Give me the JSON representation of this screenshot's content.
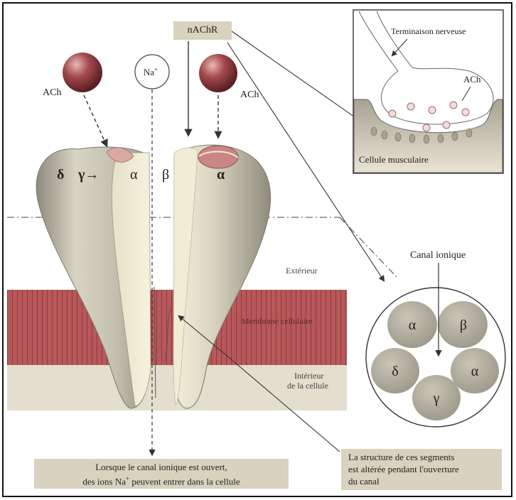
{
  "labels": {
    "receptor": "nAChR",
    "ach_left": "ACh",
    "ach_right": "ACh",
    "ion": "Na",
    "ion_sup": "+",
    "sub_delta": "δ",
    "sub_gamma": "γ→",
    "sub_alpha_left": "α",
    "sub_beta": "β",
    "sub_alpha_right": "α",
    "exterior": "Extérieur",
    "membrane": "Membrane cellulaire",
    "interior_line1": "Intérieur",
    "interior_line2": "de la cellule"
  },
  "inset": {
    "nerve_ending": "Terminaison nerveuse",
    "ach": "ACh",
    "muscle_cell": "Cellule musculaire"
  },
  "channel": {
    "title": "Canal ionique",
    "subunits": [
      "α",
      "β",
      "α",
      "γ",
      "δ"
    ]
  },
  "captions": {
    "bottom_left_line1": "Lorsque le canal ionique est ouvert,",
    "bottom_left_line2_pre": "des ions Na",
    "bottom_left_line2_sup": "+",
    "bottom_left_line2_post": " peuvent entrer dans la cellule",
    "bottom_right_line1": "La structure de ces segments",
    "bottom_right_line2": "est altérée pendant l'ouverture",
    "bottom_right_line3": "du canal"
  },
  "colors": {
    "membrane": "#b8585a",
    "interior": "#e3dece",
    "ach_sphere": "#8e3a3f",
    "subunit": "#b6b2a2",
    "caption_box": "#d8d2be"
  }
}
